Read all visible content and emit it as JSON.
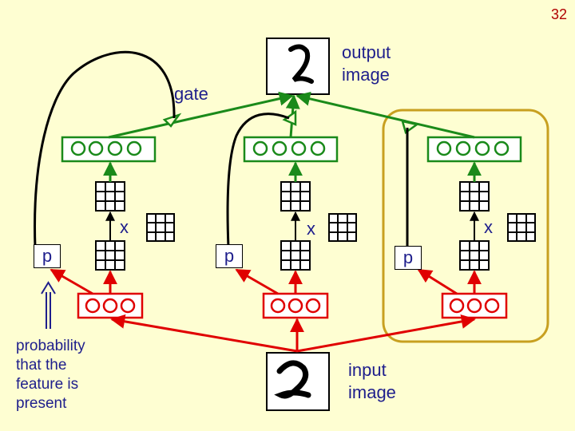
{
  "page_number": "32",
  "labels": {
    "output_image": "output\nimage",
    "gate": "gate",
    "input_image": "input\nimage",
    "probability_note": "probability that the feature is present",
    "p": "p",
    "x": "x"
  },
  "digit_output": "2",
  "digit_input": "2",
  "colors": {
    "background": "#fefed2",
    "green": "#1a8a1a",
    "red": "#e00000",
    "black": "#000000",
    "highlight": "#c8a020",
    "arrow_blue": "#1e1e8c"
  }
}
